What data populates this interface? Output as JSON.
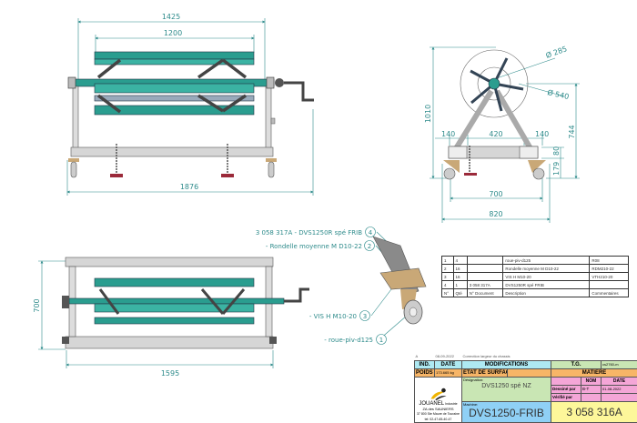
{
  "front_view": {
    "dims": {
      "overall_width": "1425",
      "slat_width": "1200",
      "total_length": "1876"
    }
  },
  "side_view": {
    "dims": {
      "height": "1010",
      "diameter_small": "Ø 285",
      "diameter_large": "Ø 540",
      "leg_offset_left": "140",
      "center": "420",
      "leg_offset_right": "140",
      "axis_height": "744",
      "beam_height": "80",
      "wheel_height": "179",
      "wheel_track": "700",
      "base_width": "820"
    }
  },
  "top_view": {
    "dims": {
      "depth": "700",
      "length": "1595"
    }
  },
  "callouts": [
    {
      "num": "4",
      "text": "3 058 317A - DVS1250R spé FRIB"
    },
    {
      "num": "2",
      "text": "- Rondelle moyenne M D10-22"
    },
    {
      "num": "3",
      "text": "- VIS H M10-20"
    },
    {
      "num": "1",
      "text": "- roue-piv-d125"
    }
  ],
  "parts_table": {
    "rows": [
      [
        "1",
        "4",
        "",
        "roue-piv-d125",
        "R08"
      ],
      [
        "2",
        "16",
        "",
        "Rondelle moyenne M D10-22",
        "RDM210-22"
      ],
      [
        "3",
        "16",
        "",
        "VIS H M10-20",
        "VTH210-20"
      ],
      [
        "4",
        "1",
        "3 058 317A",
        "DVS1250R spé FRIB",
        ""
      ]
    ],
    "header": [
      "N°",
      "Qté",
      "N° Document",
      "Description",
      "Commentaires"
    ]
  },
  "title_block": {
    "revision": {
      "ind": "A",
      "date": "08-09-2022",
      "text": "Correction largeur du chassis"
    },
    "ind_label": "IND.",
    "date_label": "DATE",
    "modifications_label": "MODIFICATIONS",
    "tg_label": "T.G.",
    "tg_value": "cs2760-m",
    "poids_label": "POIDS",
    "poids_value": "173.665 kg",
    "etat_label": "ETAT DE SURFACE",
    "matiere_label": "MATIERE",
    "designation_label": "Désignation:",
    "designation_value": "DVS1250 spé NZ",
    "nom_label": "NOM",
    "date2_label": "DATE",
    "dessine_label": "Dessiné par",
    "dessine_nom": "B-T",
    "dessine_date": "01-08-2022",
    "verifie_label": "Vérifié par",
    "machine_label": "Machine:",
    "machine_value": "DVS1250-FRIB",
    "drawing_number": "3 058 316A",
    "company": {
      "name": "JOUANEL",
      "suffix": "Industrie",
      "address1": "ZA des SAUNIERS",
      "address2": "37 800 Ste Maure de Touraine",
      "phone": "tel: 02-47-65-40-47"
    }
  },
  "colors": {
    "dim": "#2e8b8b",
    "slat": "#2a9d8f",
    "frame": "#c8c8c8",
    "wheel_mount": "#c9a877"
  }
}
